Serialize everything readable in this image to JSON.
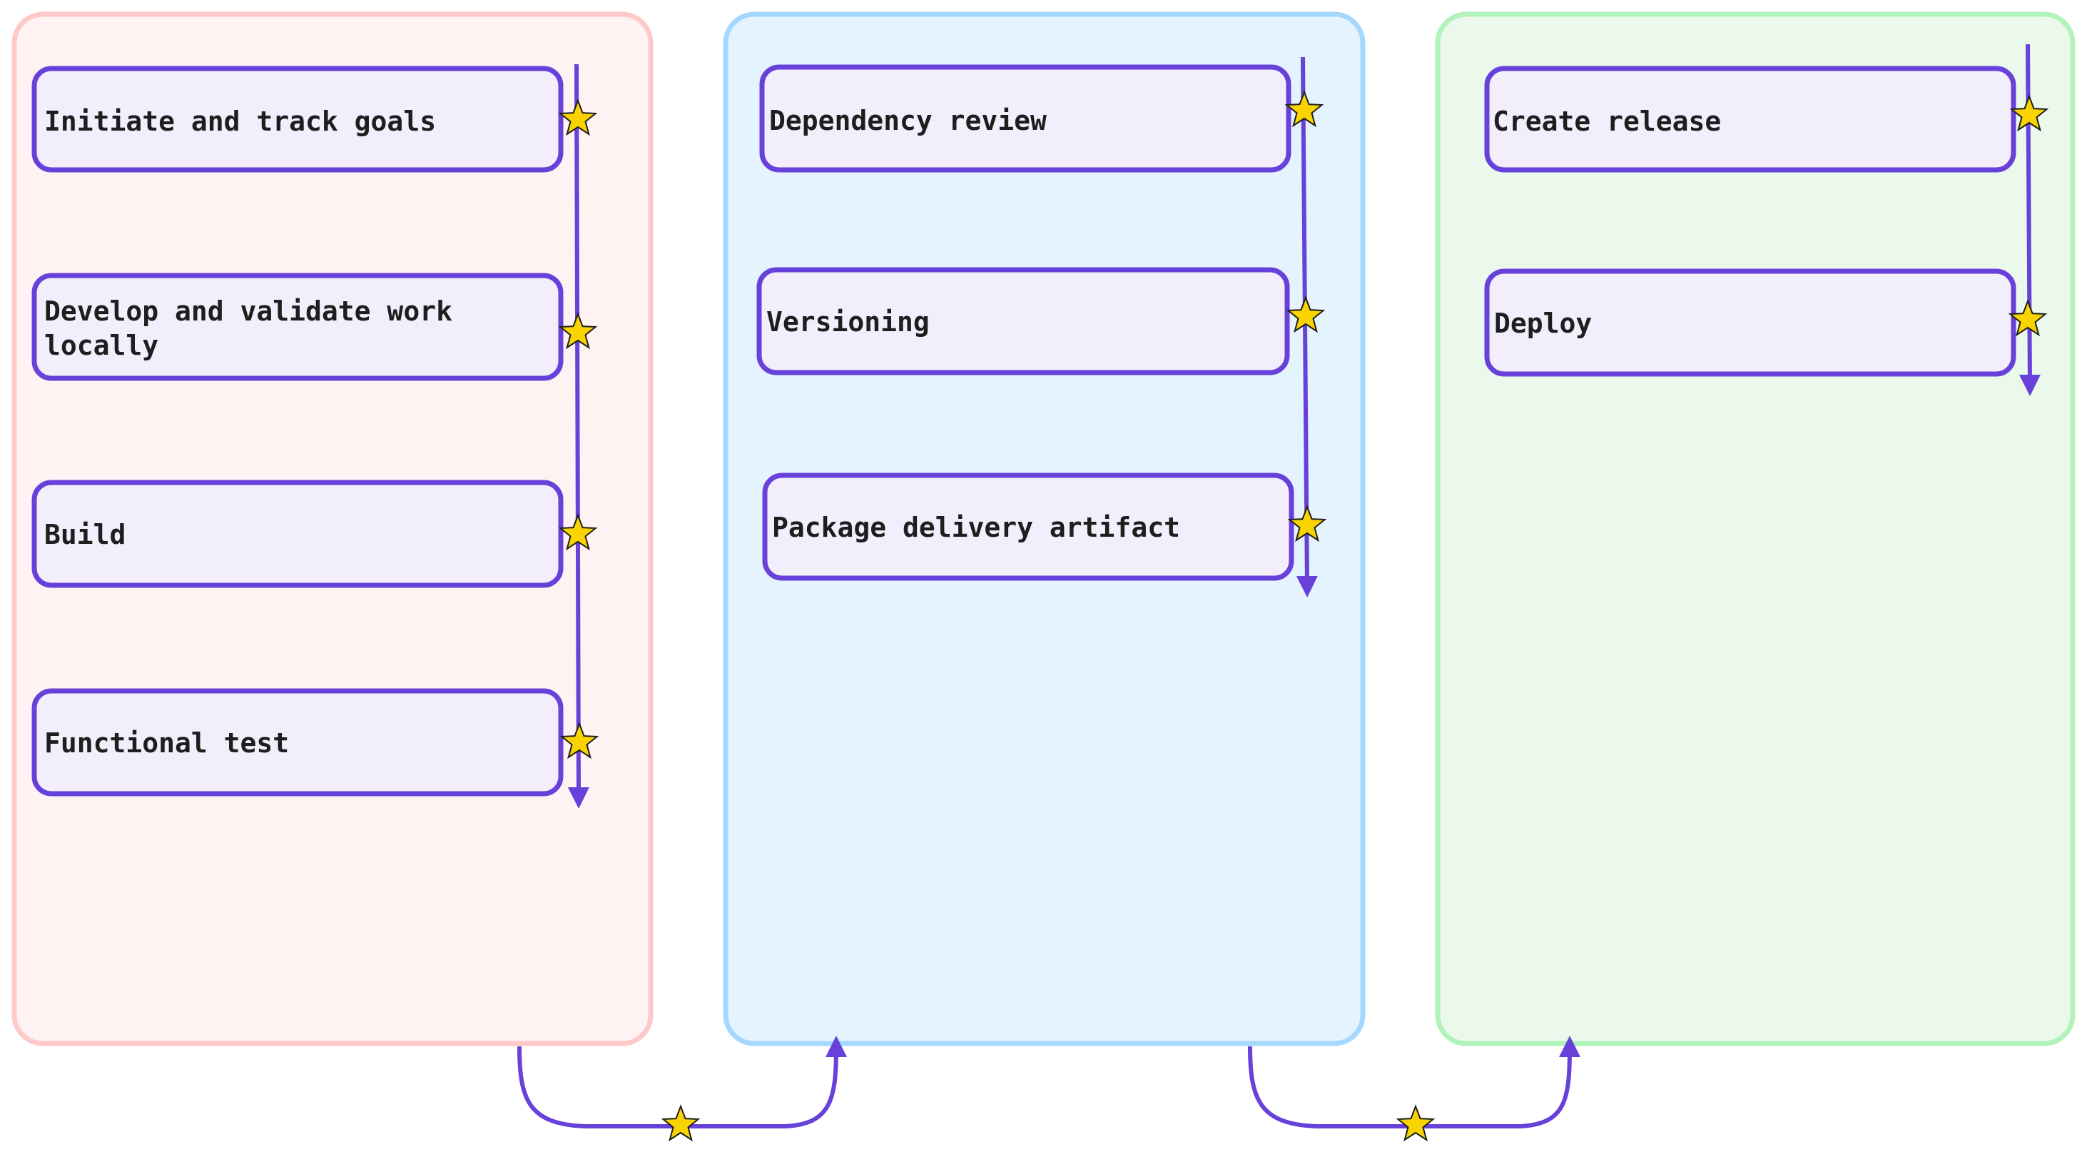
{
  "colors": {
    "stroke": "#6741d9",
    "box_fill": "#f3eefb",
    "star_fill": "#fad400",
    "star_stroke": "#1e1e1e",
    "text": "#1e1e1e",
    "lane_1_fill": "#fff2f2",
    "lane_1_border": "#ffc9c9",
    "lane_2_fill": "#e4f3fd",
    "lane_2_border": "#a5d8ff",
    "lane_3_fill": "#eaf9ec",
    "lane_3_border": "#b2f2bb"
  },
  "icons": {
    "milestone": "star-icon",
    "flow": "arrow-down-icon",
    "handoff": "arrow-up-icon"
  },
  "lanes": [
    {
      "steps": [
        {
          "lines": [
            "Initiate and track goals"
          ]
        },
        {
          "lines": [
            "Develop and validate work",
            "locally"
          ]
        },
        {
          "lines": [
            "Build"
          ]
        },
        {
          "lines": [
            "Functional test"
          ]
        }
      ]
    },
    {
      "steps": [
        {
          "lines": [
            "Dependency review"
          ]
        },
        {
          "lines": [
            "Versioning"
          ]
        },
        {
          "lines": [
            "Package delivery artifact"
          ]
        }
      ]
    },
    {
      "steps": [
        {
          "lines": [
            "Create release"
          ]
        },
        {
          "lines": [
            "Deploy"
          ]
        }
      ]
    }
  ]
}
